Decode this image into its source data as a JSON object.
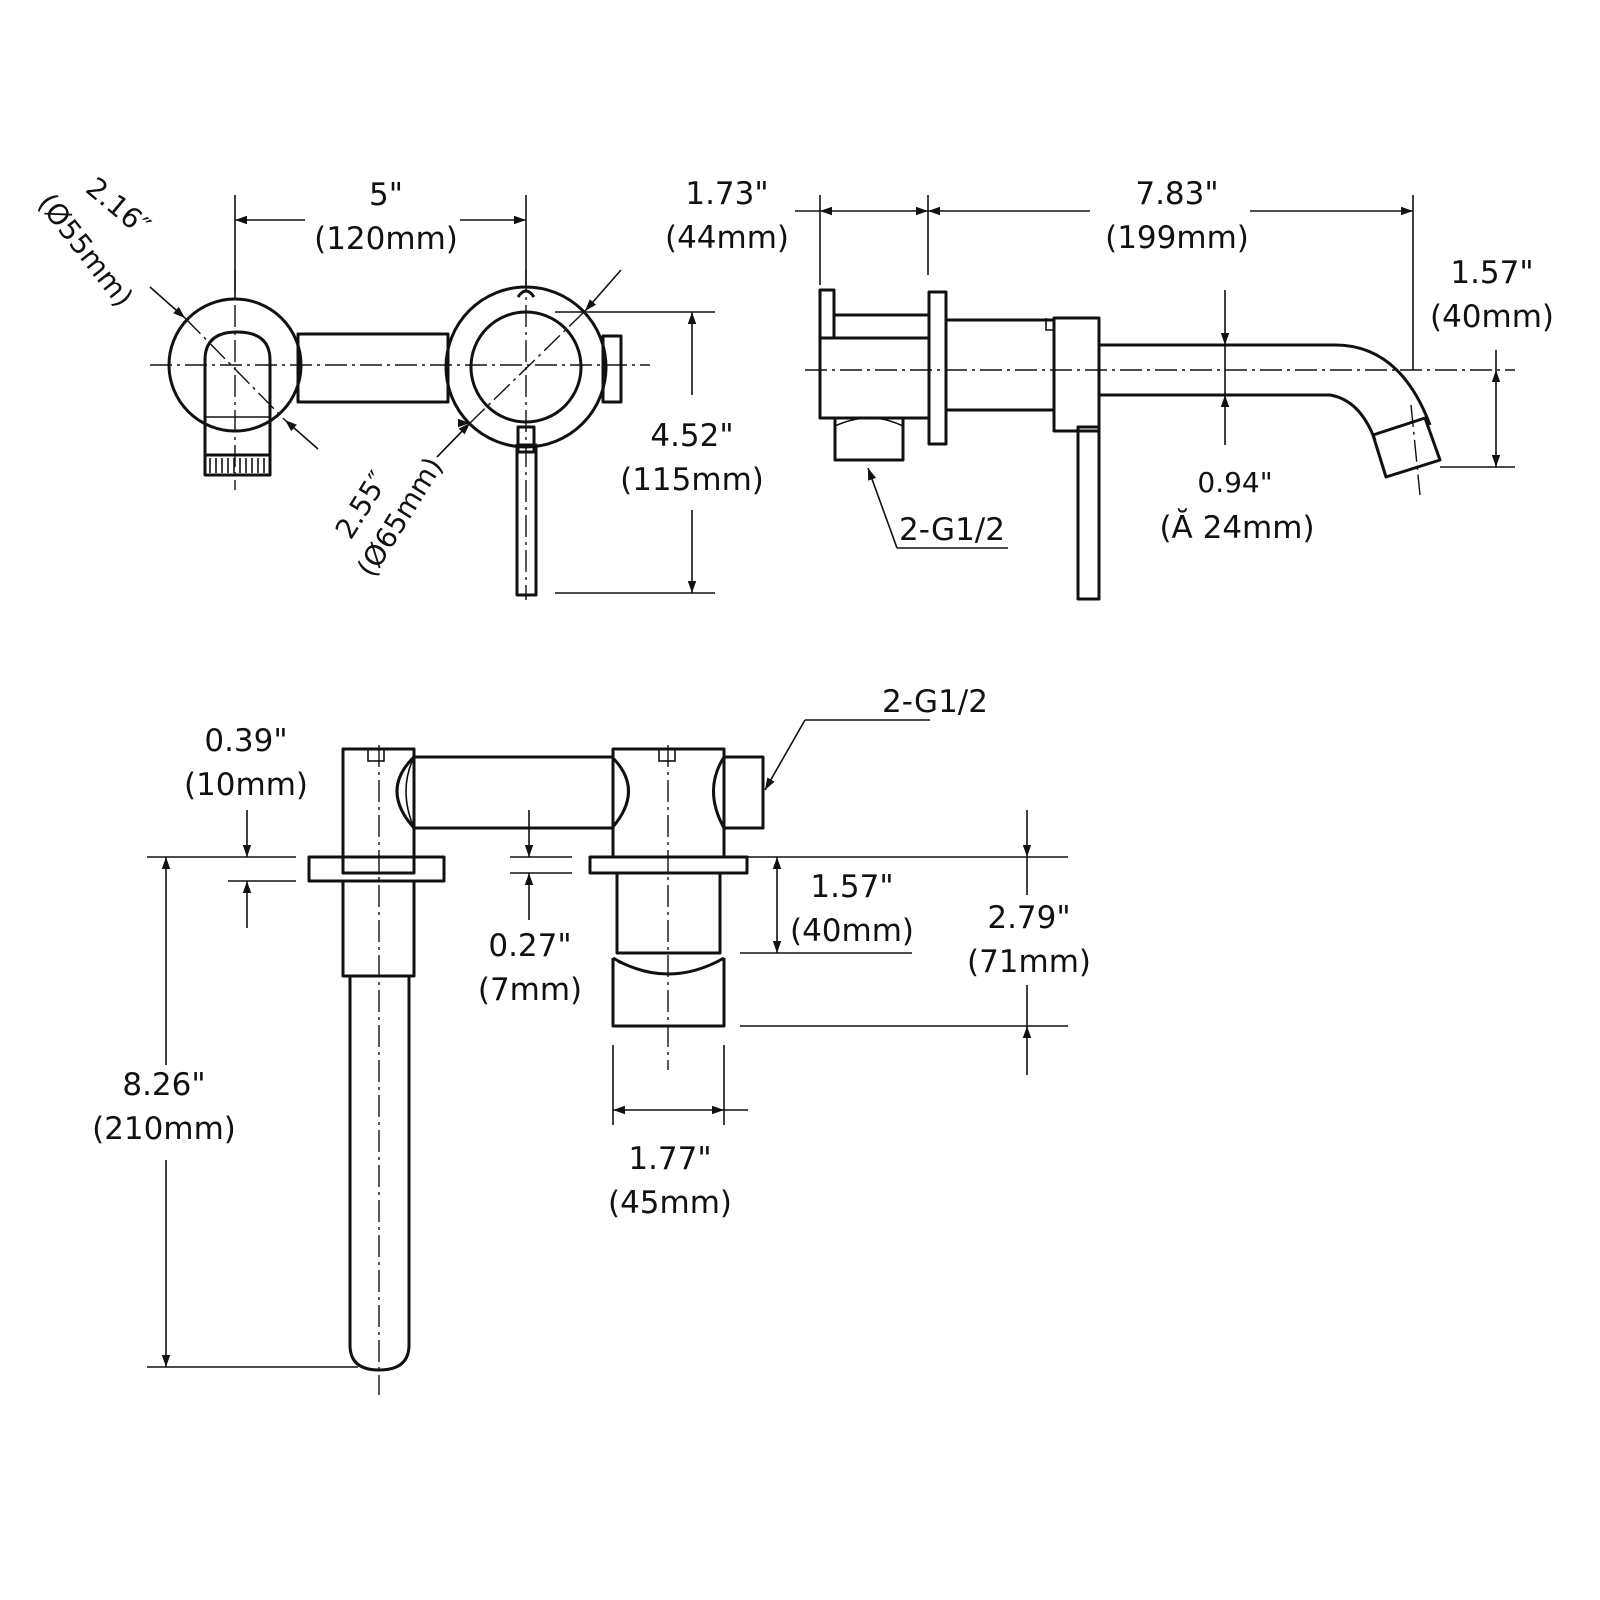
{
  "colors": {
    "line": "#111111",
    "background": "#ffffff"
  },
  "front_view": {
    "spout_diameter": {
      "inch": "2.16″",
      "mm": "(Ø55mm)"
    },
    "center_distance": {
      "inch": "5\"",
      "mm": "(120mm)"
    },
    "handle_diameter": {
      "inch": "2.55″",
      "mm": "(Ø65mm)"
    },
    "handle_height": {
      "inch": "4.52\"",
      "mm": "(115mm)"
    }
  },
  "side_view": {
    "body_depth": {
      "inch": "1.73\"",
      "mm": "(44mm)"
    },
    "spout_reach": {
      "inch": "7.83\"",
      "mm": "(199mm)"
    },
    "spout_drop": {
      "inch": "1.57\"",
      "mm": "(40mm)"
    },
    "spout_pipe": {
      "inch": "0.94\"",
      "mm": "(Ă 24mm)"
    },
    "connection": "2-G1/2"
  },
  "top_view": {
    "connection": "2-G1/2",
    "flange_left": {
      "inch": "0.39\"",
      "mm": "(10mm)"
    },
    "flange_right": {
      "inch": "0.27\"",
      "mm": "(7mm)"
    },
    "spout_length": {
      "inch": "8.26\"",
      "mm": "(210mm)"
    },
    "valve_depth_min": {
      "inch": "1.57\"",
      "mm": "(40mm)"
    },
    "valve_depth_max": {
      "inch": "2.79\"",
      "mm": "(71mm)"
    },
    "valve_width": {
      "inch": "1.77\"",
      "mm": "(45mm)"
    }
  }
}
